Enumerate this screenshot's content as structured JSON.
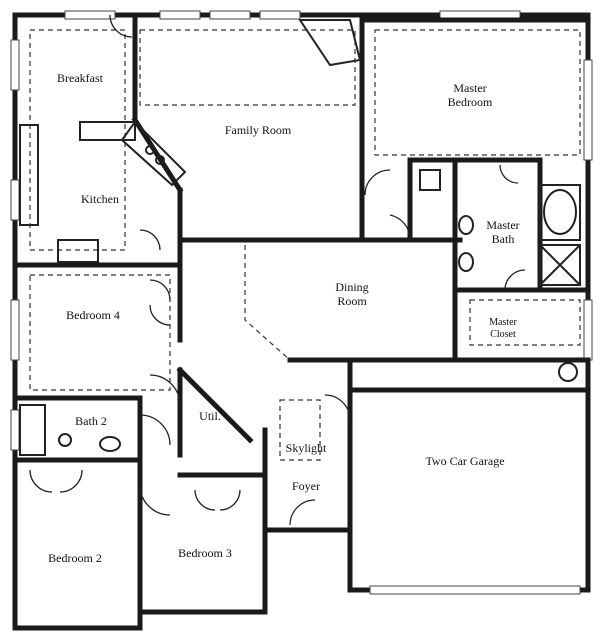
{
  "rooms": {
    "breakfast": "Breakfast",
    "family_room": "Family Room",
    "master_bedroom_1": "Master",
    "master_bedroom_2": "Bedroom",
    "kitchen": "Kitchen",
    "master_bath_1": "Master",
    "master_bath_2": "Bath",
    "dining_1": "Dining",
    "dining_2": "Room",
    "bedroom4": "Bedroom 4",
    "master_closet_1": "Master",
    "master_closet_2": "Closet",
    "bath2": "Bath 2",
    "util": "Util.",
    "skylight": "Skylight",
    "foyer": "Foyer",
    "garage": "Two Car Garage",
    "bedroom2": "Bedroom 2",
    "bedroom3": "Bedroom 3"
  }
}
